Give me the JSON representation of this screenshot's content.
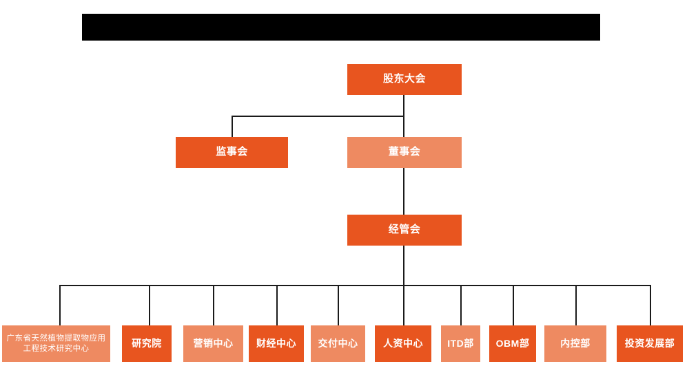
{
  "page": {
    "title_banner": "",
    "background_color": "#ffffff"
  },
  "palette": {
    "dark_orange": "#e8551f",
    "light_orange": "#ee8a61",
    "line_color": "#1a1a1a",
    "text_color": "#ffffff",
    "banner_color": "#000000"
  },
  "org_chart": {
    "levels": [
      {
        "level": 1,
        "nodes": [
          {
            "id": "shareholders-meeting",
            "label": "股东大会",
            "tone": "dark"
          }
        ]
      },
      {
        "level": 2,
        "nodes": [
          {
            "id": "board-of-supervisors",
            "label": "监事会",
            "tone": "dark"
          },
          {
            "id": "board-of-directors",
            "label": "董事会",
            "tone": "light"
          }
        ]
      },
      {
        "level": 3,
        "nodes": [
          {
            "id": "management-committee",
            "label": "经管会",
            "tone": "dark"
          }
        ]
      },
      {
        "level": 4,
        "nodes": [
          {
            "id": "guangdong-research-center",
            "label": "广东省天然植物提取物应用工程技术研究中心",
            "tone": "light"
          },
          {
            "id": "research-institute",
            "label": "研究院",
            "tone": "dark"
          },
          {
            "id": "marketing-center",
            "label": "营销中心",
            "tone": "light"
          },
          {
            "id": "finance-center",
            "label": "财经中心",
            "tone": "dark"
          },
          {
            "id": "delivery-center",
            "label": "交付中心",
            "tone": "light"
          },
          {
            "id": "hr-center",
            "label": "人资中心",
            "tone": "dark"
          },
          {
            "id": "itd-department",
            "label": "ITD部",
            "tone": "light"
          },
          {
            "id": "obm-department",
            "label": "OBM部",
            "tone": "dark"
          },
          {
            "id": "internal-control-department",
            "label": "内控部",
            "tone": "light"
          },
          {
            "id": "investment-development-department",
            "label": "投资发展部",
            "tone": "dark"
          }
        ]
      }
    ]
  }
}
